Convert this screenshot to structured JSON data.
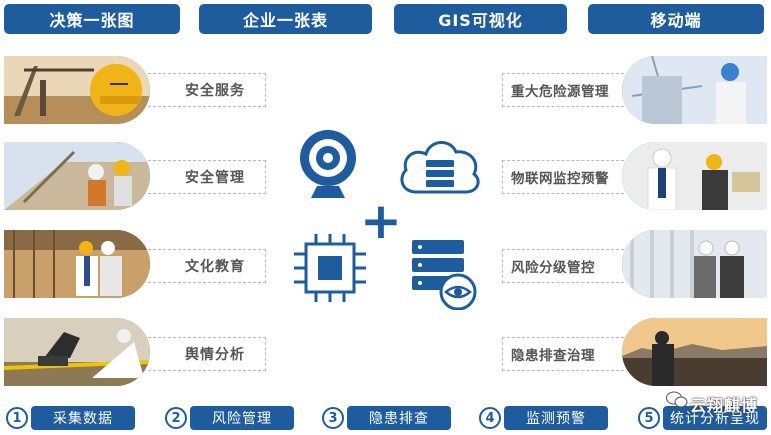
{
  "tabs": [
    "决策一张图",
    "企业一张表",
    "GIS可视化",
    "移动端"
  ],
  "left_items": [
    "安全服务",
    "安全管理",
    "文化教育",
    "舆情分析"
  ],
  "right_items": [
    "重大危险源管理",
    "物联网监控预警",
    "风险分级管控",
    "隐患排查治理"
  ],
  "center": {
    "plus_symbol": "+",
    "icons": [
      "webcam-icon",
      "cloud-server-icon",
      "chip-icon",
      "server-eye-icon"
    ]
  },
  "steps": [
    {
      "num": "1",
      "label": "采集数据"
    },
    {
      "num": "2",
      "label": "风险管理"
    },
    {
      "num": "3",
      "label": "隐患排查"
    },
    {
      "num": "4",
      "label": "监测预警"
    },
    {
      "num": "5",
      "label": "统计分析呈现"
    }
  ],
  "watermark": "云翔麒博",
  "colors": {
    "primary": "#1f5c9e",
    "dash": "#b9b9b9",
    "text": "#555555"
  }
}
